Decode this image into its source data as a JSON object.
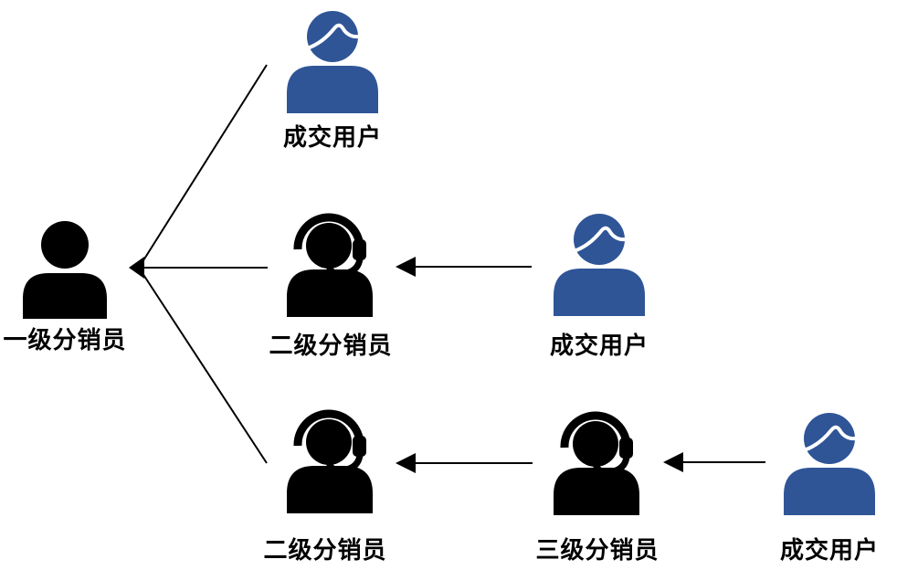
{
  "diagram": {
    "type": "hierarchy-flow",
    "description_labels": [],
    "colors": {
      "distributor_icon": "#000000",
      "customer_icon": "#2F5597",
      "connector": "#000000",
      "text": "#000000",
      "background": "#FFFFFF"
    },
    "nodes": [
      {
        "id": "level1-distributor",
        "label": "一级分销员",
        "icon": "person-icon",
        "color": "#000000"
      },
      {
        "id": "customer-top",
        "label": "成交用户",
        "icon": "user-icon",
        "color": "#2F5597"
      },
      {
        "id": "level2-distributor-mid",
        "label": "二级分销员",
        "icon": "headset-person-icon",
        "color": "#000000"
      },
      {
        "id": "customer-mid",
        "label": "成交用户",
        "icon": "user-icon",
        "color": "#2F5597"
      },
      {
        "id": "level2-distributor-bottom",
        "label": "二级分销员",
        "icon": "headset-person-icon",
        "color": "#000000"
      },
      {
        "id": "level3-distributor",
        "label": "三级分销员",
        "icon": "headset-person-icon",
        "color": "#000000"
      },
      {
        "id": "customer-bottom",
        "label": "成交用户",
        "icon": "user-icon",
        "color": "#2F5597"
      }
    ],
    "edges": [
      {
        "id": "customer-top-to-level1",
        "from": "customer-top",
        "to": "level1-distributor"
      },
      {
        "id": "level2-mid-to-level1",
        "from": "level2-distributor-mid",
        "to": "level1-distributor"
      },
      {
        "id": "level2-bottom-to-level1",
        "from": "level2-distributor-bottom",
        "to": "level1-distributor"
      },
      {
        "id": "customer-mid-to-level2-mid",
        "from": "customer-mid",
        "to": "level2-distributor-mid"
      },
      {
        "id": "level3-to-level2-bottom",
        "from": "level3-distributor",
        "to": "level2-distributor-bottom"
      },
      {
        "id": "customer-bottom-to-level3",
        "from": "customer-bottom",
        "to": "level3-distributor"
      }
    ]
  }
}
